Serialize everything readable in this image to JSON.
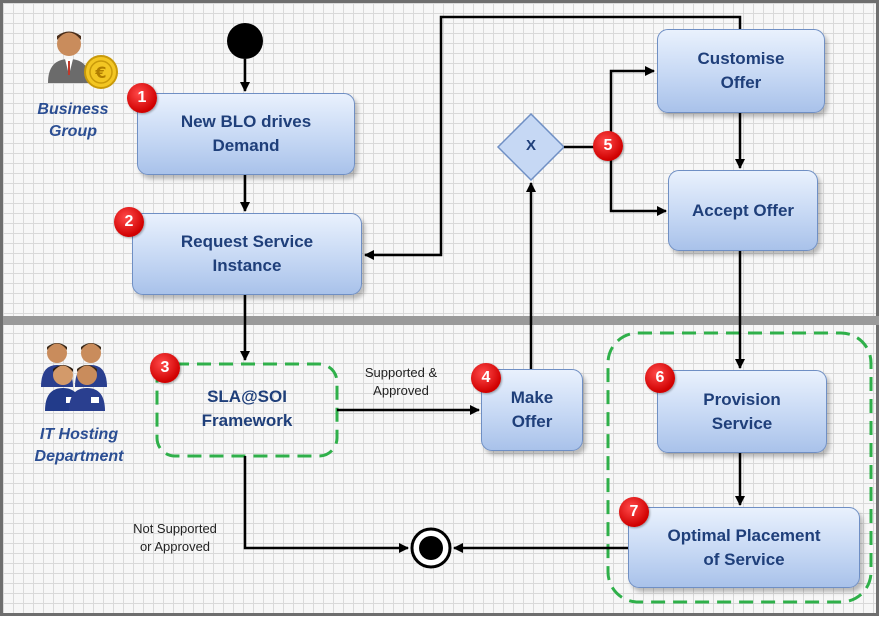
{
  "lanes": {
    "business": "Business\nGroup",
    "it_hosting": "IT Hosting\nDepartment"
  },
  "steps": {
    "new_blo": {
      "label": "New BLO drives\nDemand",
      "number": "1"
    },
    "request_service": {
      "label": "Request Service\nInstance",
      "number": "2"
    },
    "sla_framework": {
      "label": "SLA@SOI\nFramework",
      "number": "3"
    },
    "make_offer": {
      "label": "Make\nOffer",
      "number": "4"
    },
    "decision": {
      "label": "X",
      "number": "5"
    },
    "customise_offer": {
      "label": "Customise\nOffer"
    },
    "accept_offer": {
      "label": "Accept Offer"
    },
    "provision_service": {
      "label": "Provision\nService",
      "number": "6"
    },
    "optimal_placement": {
      "label": "Optimal Placement\nof Service",
      "number": "7"
    }
  },
  "edge_labels": {
    "supported": "Supported &\nApproved",
    "not_supported": "Not Supported\nor Approved"
  },
  "colors": {
    "box_text": "#1f3f7a",
    "box_border": "#6f8fc4",
    "badge": "#d00000",
    "dashed_frame": "#2fb04a"
  }
}
